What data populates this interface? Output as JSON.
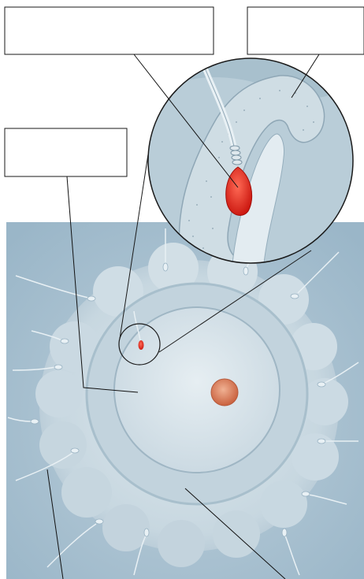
{
  "figure": {
    "subject": "fertilization-illustration",
    "label_boxes": [
      {
        "id": "sperm-nucleus",
        "text": ""
      },
      {
        "id": "cytoplasm-detail",
        "text": ""
      },
      {
        "id": "egg-cytoplasm",
        "text": ""
      },
      {
        "id": "sperm-cell",
        "text": ""
      },
      {
        "id": "zona-pellucida",
        "text": ""
      }
    ],
    "colors": {
      "background": "#a9c3d2",
      "egg": "#d9e5eb",
      "sperm_head": "#e2271c",
      "nucleus": "#e0866a",
      "leader_line": "#111111"
    }
  }
}
